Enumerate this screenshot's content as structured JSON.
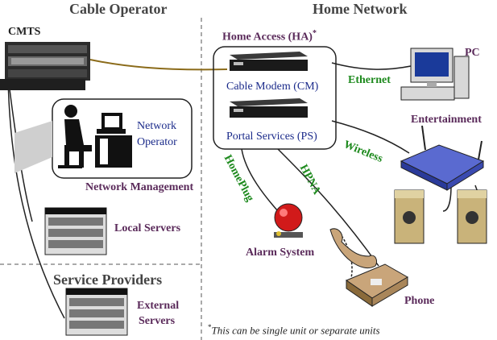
{
  "sections": {
    "cable_operator": "Cable Operator",
    "home_network": "Home Network",
    "service_providers": "Service Providers"
  },
  "cable_side": {
    "cmts": "CMTS",
    "network_operator": [
      "Network",
      "Operator"
    ],
    "network_management": "Network Management",
    "local_servers": "Local Servers",
    "external_servers": [
      "External",
      "Servers"
    ]
  },
  "home_side": {
    "home_access": "Home Access (HA)",
    "home_access_mark": "*",
    "cable_modem": "Cable Modem (CM)",
    "portal_services": "Portal Services (PS)",
    "pc": "PC",
    "entertainment": "Entertainment",
    "alarm_system": "Alarm System",
    "phone": "Phone"
  },
  "links": {
    "ethernet": "Ethernet",
    "wireless": "Wireless",
    "homeplug": "HomePlug",
    "hpna": "HPNA"
  },
  "footnote": {
    "mark": "*",
    "text": "This can be single unit or separate units"
  },
  "colors": {
    "section_header": "#444444",
    "device_label": "#5a2a5a",
    "component_label": "#1a2a8a",
    "link_label": "#1e8a1e",
    "cmts_to_cm_line": "#8b6b1a"
  }
}
